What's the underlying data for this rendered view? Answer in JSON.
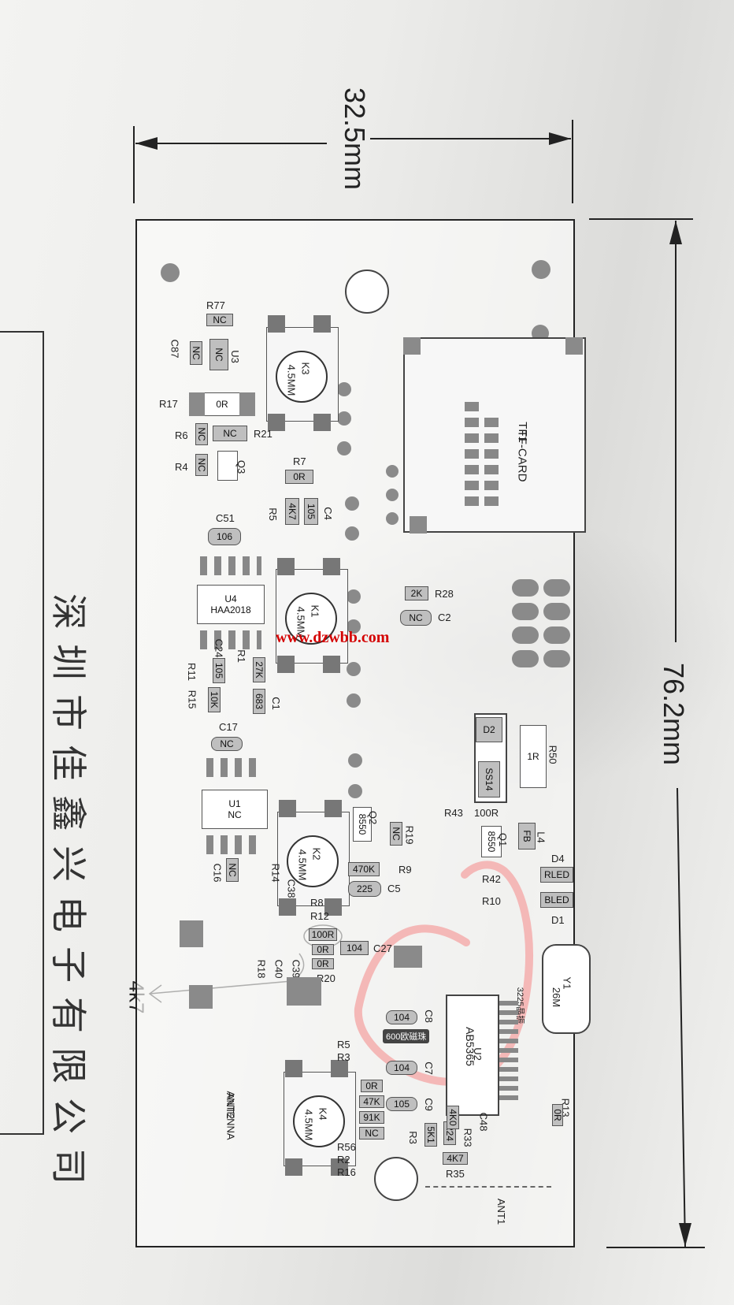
{
  "dimensions": {
    "width_label": "32.5mm",
    "height_label": "76.2mm"
  },
  "handwritten_note": "4k7",
  "watermark": "www.dzwbb.com",
  "bubble_note": "600欧磁珠",
  "side_company_text": "深圳市佳鑫兴电子有限公司",
  "components": {
    "r77": "R77",
    "r77_val": "NC",
    "c87": "C87",
    "c87_val": "NC",
    "u3": "U3",
    "u3_val": "NC",
    "k3": "K3",
    "k3_val": "4.5MM",
    "r17": "R17",
    "r17_val": "0R",
    "r6": "R6",
    "r6_val": "NC",
    "r21": "R21",
    "r21_val": "NC",
    "r4": "R4",
    "r4_val": "NC",
    "q3": "Q3",
    "r7": "R7",
    "r7_val": "0R",
    "r5": "R5",
    "r5_val": "4K7",
    "c4": "C4",
    "c4_val": "105",
    "c51": "C51",
    "c51_val": "106",
    "u4": "U4",
    "u4_val": "HAA2018",
    "k1": "K1",
    "k1_val": "4.5MM",
    "c24": "C24",
    "c24_val": "105",
    "r11": "R11",
    "r15": "R15",
    "r15_val": "10K",
    "r1": "R1",
    "r1_val": "27K",
    "c1": "C1",
    "c1_val": "683",
    "c17": "C17",
    "c17_val": "NC",
    "u1": "U1",
    "u1_val": "NC",
    "c16": "C16",
    "c16_val": "NC",
    "k2": "K2",
    "k2_val": "4.5MM",
    "q2": "Q2",
    "q2_val": "8550",
    "r19": "R19",
    "r19_val": "NC",
    "r9": "R9",
    "r9_val": "470K",
    "c5": "C5",
    "c5_val": "225",
    "r14": "R14",
    "c38": "C38",
    "r8": "R8",
    "r12": "R12",
    "r12_val": "100R",
    "r18": "R18",
    "c40": "C40",
    "c39": "C39",
    "r20": "R20",
    "r20_val": "0R",
    "c_104": "104",
    "c27": "C27",
    "r28": "R28",
    "r28_val": "2K",
    "c2": "C2",
    "c2_val": "NC",
    "tf1": "TF1",
    "tf1_val": "TF-CARD",
    "d2": "D2",
    "d2_val": "SS14",
    "r50": "R50",
    "r50_val": "1R",
    "r43": "R43",
    "r43_val": "100R",
    "l4": "L4",
    "l4_val": "FB",
    "q1": "Q1",
    "q1_val": "8550",
    "d4": "D4",
    "d4_val": "RLED",
    "d1": "D1",
    "d1_val": "BLED",
    "r42": "R42",
    "r10": "R10",
    "y1": "Y1",
    "y1_val": "26M",
    "y1_note": "3225晶振",
    "u2": "U2",
    "u2_val": "AB5365",
    "c8": "C8",
    "c8_val": "104",
    "c7": "C7",
    "c7_val": "104",
    "c9": "C9",
    "c9_val": "105",
    "r5b": "R5",
    "r3": "R3",
    "v_0r": "0R",
    "v_47k": "47K",
    "v_91k": "91K",
    "v_nc": "NC",
    "r56": "R56",
    "r2": "R2",
    "r16": "R16",
    "k4": "K4",
    "k4_val": "4.5MM",
    "ant2": "ANT2",
    "ant2_val": "ANTENNA",
    "r3b": "R3",
    "r3b_val": "5K1",
    "r33": "R33",
    "r33_val": "224",
    "c48": "C48",
    "c48_val": "4K0",
    "r35": "R35",
    "r35_val": "4K7",
    "r13": "R13",
    "r13_val": "0R",
    "ant1": "ANT1"
  }
}
